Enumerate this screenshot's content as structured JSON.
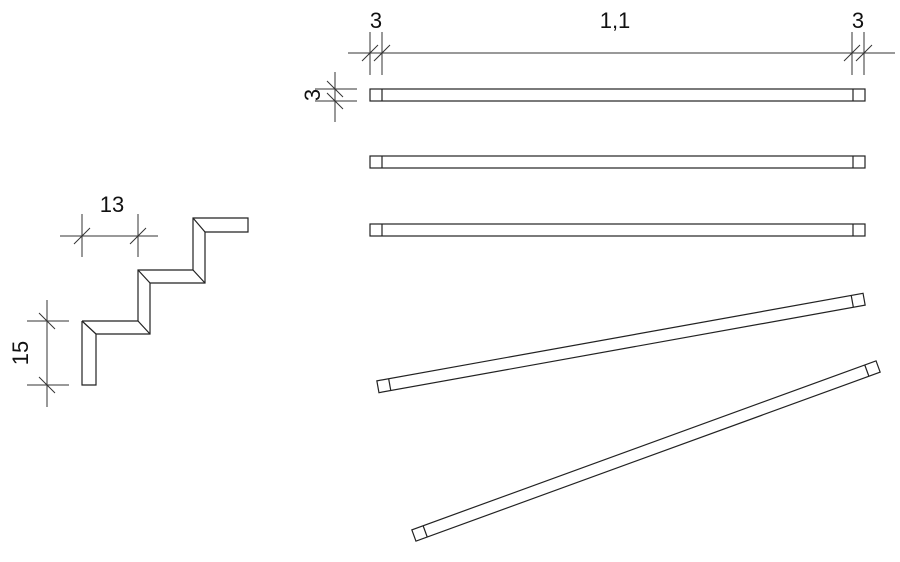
{
  "stair_profile": {
    "tread_dimension": "13",
    "riser_dimension": "15"
  },
  "bar_dimensions": {
    "left_end": "3",
    "length": "1,1",
    "right_end": "3",
    "thickness": "3"
  },
  "bars": [
    "horizontal",
    "horizontal",
    "horizontal",
    "inclined",
    "inclined"
  ]
}
